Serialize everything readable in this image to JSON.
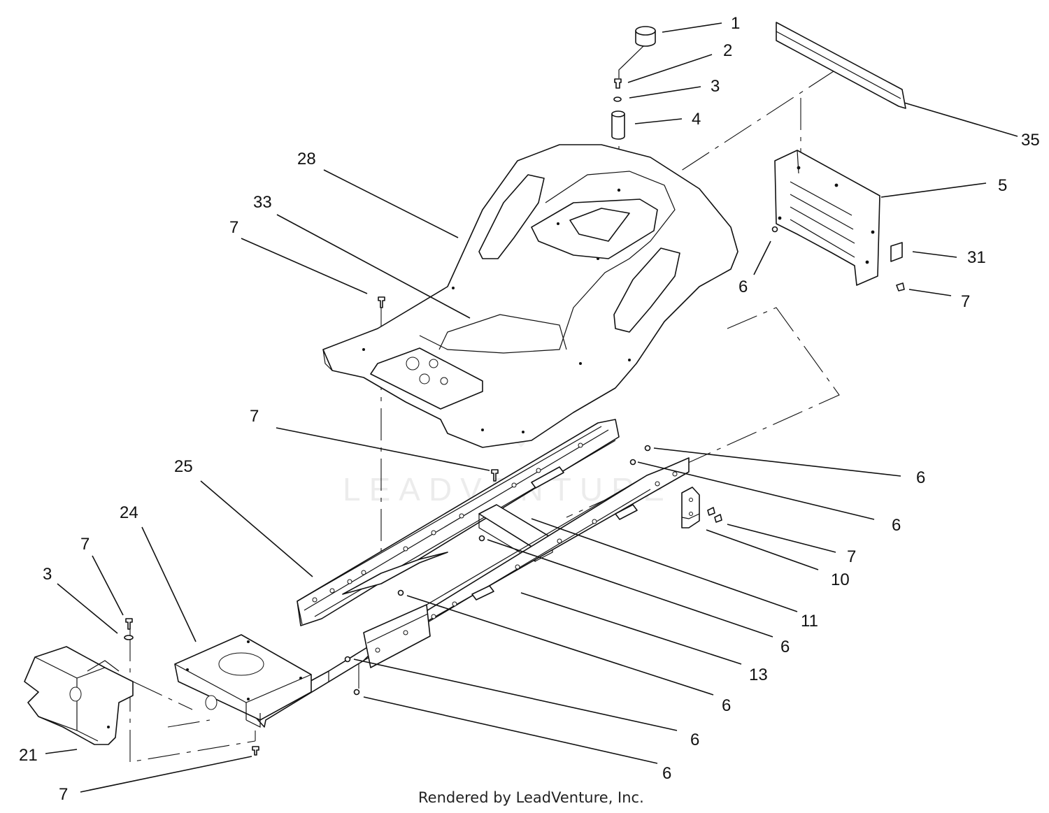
{
  "callouts": {
    "c1": "1",
    "c2": "2",
    "c3_top": "3",
    "c4": "4",
    "c35": "35",
    "c5": "5",
    "c28": "28",
    "c33": "33",
    "c7_upper_left": "7",
    "c31": "31",
    "c6_right": "6",
    "c7_right": "7",
    "c7_mid": "7",
    "c25": "25",
    "c24": "24",
    "c7_lower_left": "7",
    "c3_lower_left": "3",
    "c6_a": "6",
    "c6_b": "6",
    "c7_bracket": "7",
    "c10": "10",
    "c11": "11",
    "c6_c": "6",
    "c13": "13",
    "c6_d": "6",
    "c6_e": "6",
    "c6_f": "6",
    "c21": "21",
    "c7_bottom": "7"
  },
  "watermark": "LEADVENTURE",
  "credit": "Rendered by LeadVenture, Inc."
}
